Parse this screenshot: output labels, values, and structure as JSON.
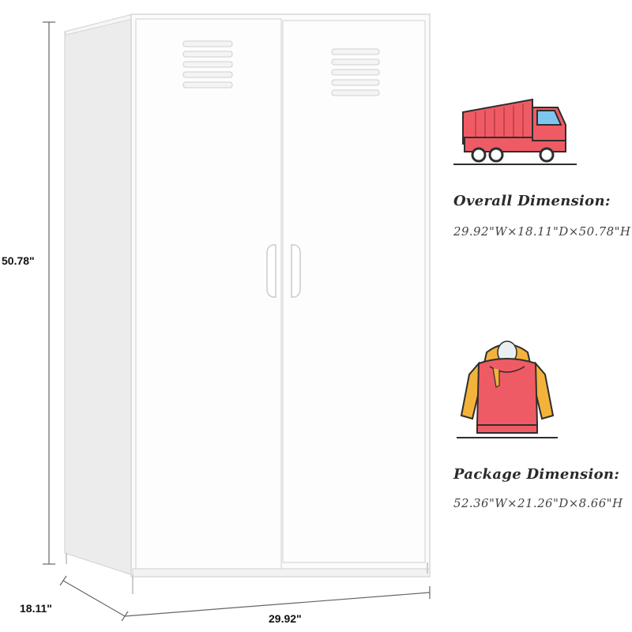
{
  "dimensions": {
    "height": "50.78\"",
    "depth": "18.11\"",
    "width": "29.92\""
  },
  "overall": {
    "title": "Overall Dimension:",
    "value": "29.92\"W×18.11\"D×50.78\"H",
    "icon": "delivery-truck-icon"
  },
  "package": {
    "title": "Package Dimension:",
    "value": "52.36\"W×21.26\"D×8.66\"H",
    "icon": "hoodie-icon"
  },
  "colors": {
    "accent_red": "#ef5b64",
    "hoodie_yellow": "#f3b33b",
    "truck_window": "#7ec6f0",
    "outline": "#2e2e2e"
  }
}
